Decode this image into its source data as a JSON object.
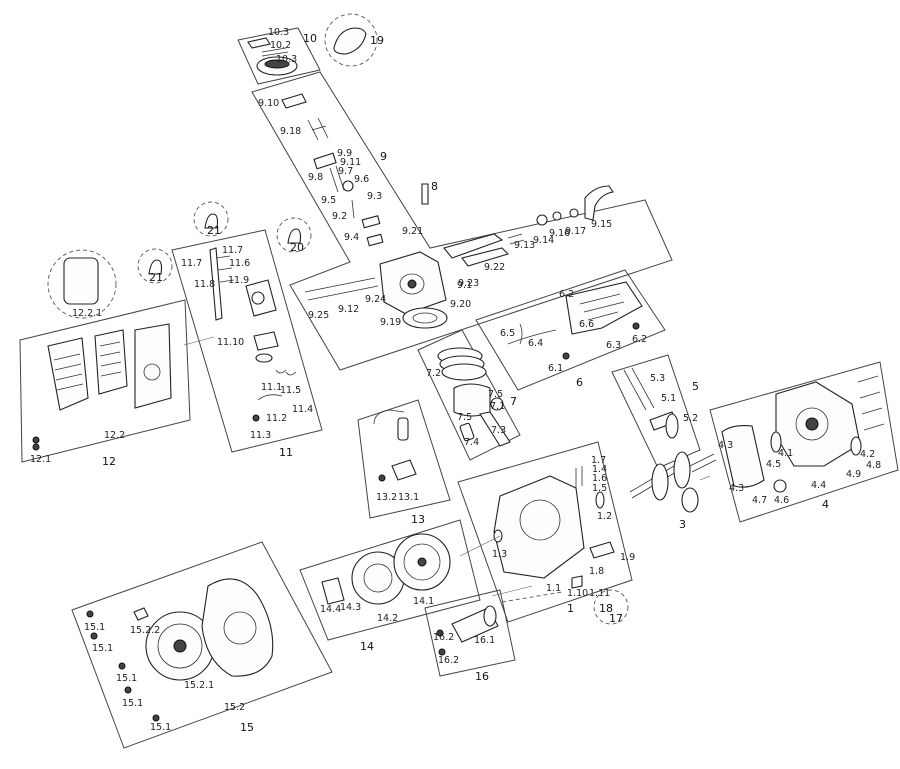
{
  "groups": {
    "g1": "1",
    "g3": "3",
    "g4": "4",
    "g5": "5",
    "g6": "6",
    "g7": "7",
    "g8": "8",
    "g9": "9",
    "g10": "10",
    "g11": "11",
    "g12": "12",
    "g13": "13",
    "g14": "14",
    "g15": "15",
    "g16": "16",
    "g17": "17",
    "g18": "18",
    "g19": "19",
    "g20": "20",
    "g21a": "21",
    "g21b": "21"
  },
  "labels": {
    "l10_3a": "10.3",
    "l10_2": "10.2",
    "l10_3b": "10.3",
    "l9_10": "9.10",
    "l9_18": "9.18",
    "l9_9": "9.9",
    "l9_11": "9.11",
    "l9_7": "9.7",
    "l9_8": "9.8",
    "l9_6": "9.6",
    "l9_5": "9.5",
    "l9_3": "9.3",
    "l9_2": "9.2",
    "l9_4": "9.4",
    "l9_21": "9.21",
    "l9_1": "9.1",
    "l9_24": "9.24",
    "l9_25": "9.25",
    "l9_12": "9.12",
    "l9_19": "9.19",
    "l9_20": "9.20",
    "l9_23": "9.23",
    "l9_22": "9.22",
    "l9_13": "9.13",
    "l9_14": "9.14",
    "l9_16": "9.16",
    "l9_17": "9.17",
    "l9_15": "9.15",
    "l11_7a": "11.7",
    "l11_7b": "11.7",
    "l11_6": "11.6",
    "l11_8": "11.8",
    "l11_9": "11.9",
    "l11_10": "11.10",
    "l11_1": "11.1",
    "l11_5": "11.5",
    "l11_2": "11.2",
    "l11_4": "11.4",
    "l11_3": "11.3",
    "l12_2_1": "12.2.1",
    "l12_2": "12.2",
    "l12_1": "12.1",
    "l6_2a": "6.2",
    "l6_5": "6.5",
    "l6_6": "6.6",
    "l6_4": "6.4",
    "l6_3": "6.3",
    "l6_2b": "6.2",
    "l6_1": "6.1",
    "l7_2": "7.2",
    "l7_5a": "7.5",
    "l7_1": "7.1",
    "l7_5b": "7.5",
    "l7_3": "7.3",
    "l7_4": "7.4",
    "l5_3": "5.3",
    "l5_1": "5.1",
    "l5_2": "5.2",
    "l4_3a": "4.3",
    "l4_2": "4.2",
    "l4_1": "4.1",
    "l4_5": "4.5",
    "l4_8": "4.8",
    "l4_3b": "4.3",
    "l4_7": "4.7",
    "l4_6": "4.6",
    "l4_4": "4.4",
    "l4_9": "4.9",
    "l13_2": "13.2",
    "l13_1": "13.1",
    "l1_7": "1.7",
    "l1_4": "1.4",
    "l1_6": "1.6",
    "l1_5": "1.5",
    "l1_2": "1.2",
    "l1_3": "1.3",
    "l1_9": "1.9",
    "l1_8": "1.8",
    "l1_1": "1.1",
    "l1_10": "1.10",
    "l1_11": "1.11",
    "l14_4": "14.4",
    "l14_3": "14.3",
    "l14_2": "14.2",
    "l14_1": "14.1",
    "l15_1a": "15.1",
    "l15_1b": "15.1",
    "l15_1c": "15.1",
    "l15_1d": "15.1",
    "l15_1e": "15.1",
    "l15_2_2": "15.2.2",
    "l15_2_1": "15.2.1",
    "l15_2": "15.2",
    "l16_2a": "16.2",
    "l16_1": "16.1",
    "l16_2b": "16.2"
  }
}
